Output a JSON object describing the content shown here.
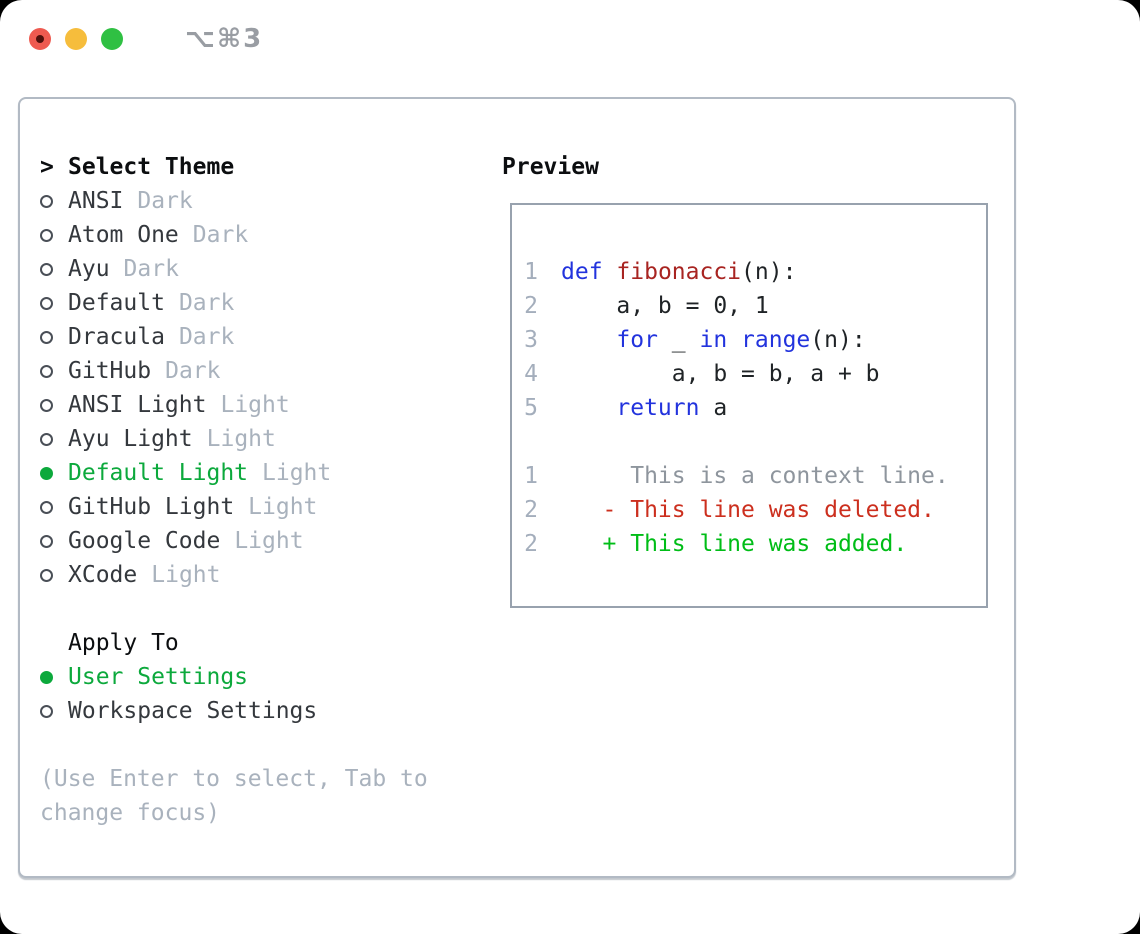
{
  "window": {
    "title": "⌥⌘3"
  },
  "colors": {
    "close_button": "#ee5a50",
    "minimize_button": "#f6bd3c",
    "maximize_button": "#2fc043",
    "selected_green": "#0ca93c",
    "keyword_blue": "#2233dd",
    "function_red": "#a82421",
    "diff_added_green": "#00bd17",
    "diff_deleted_red": "#cc2f1e",
    "context_gray": "#8e959d",
    "line_number_gray": "#a4aebc",
    "badge_gray": "#a9b2bd"
  },
  "theme_list": {
    "prompt": ">",
    "title": "Select Theme",
    "items": [
      {
        "name": "ANSI",
        "variant": "Dark",
        "selected": false
      },
      {
        "name": "Atom One",
        "variant": "Dark",
        "selected": false
      },
      {
        "name": "Ayu",
        "variant": "Dark",
        "selected": false
      },
      {
        "name": "Default",
        "variant": "Dark",
        "selected": false
      },
      {
        "name": "Dracula",
        "variant": "Dark",
        "selected": false
      },
      {
        "name": "GitHub",
        "variant": "Dark",
        "selected": false
      },
      {
        "name": "ANSI Light",
        "variant": "Light",
        "selected": false
      },
      {
        "name": "Ayu Light",
        "variant": "Light",
        "selected": false
      },
      {
        "name": "Default Light",
        "variant": "Light",
        "selected": true
      },
      {
        "name": "GitHub Light",
        "variant": "Light",
        "selected": false
      },
      {
        "name": "Google Code",
        "variant": "Light",
        "selected": false
      },
      {
        "name": "XCode",
        "variant": "Light",
        "selected": false
      }
    ]
  },
  "apply_to": {
    "title": "Apply To",
    "options": [
      {
        "name": "User Settings",
        "selected": true
      },
      {
        "name": "Workspace Settings",
        "selected": false
      }
    ]
  },
  "hint": "(Use Enter to select, Tab to change focus)",
  "preview": {
    "title": "Preview",
    "lines": [
      {
        "num": "1",
        "tokens": [
          [
            "def",
            "kw"
          ],
          [
            " ",
            "pl"
          ],
          [
            "fibonacci",
            "fn"
          ],
          [
            "(n):",
            "pl"
          ]
        ]
      },
      {
        "num": "2",
        "tokens": [
          [
            "    a, b = 0, 1",
            "pl"
          ]
        ]
      },
      {
        "num": "3",
        "tokens": [
          [
            "    ",
            "pl"
          ],
          [
            "for",
            "kw"
          ],
          [
            " _ ",
            "pl"
          ],
          [
            "in",
            "kw"
          ],
          [
            " ",
            "pl"
          ],
          [
            "range",
            "kw"
          ],
          [
            "(n):",
            "pl"
          ]
        ]
      },
      {
        "num": "4",
        "tokens": [
          [
            "        a, b = b, a + b",
            "pl"
          ]
        ]
      },
      {
        "num": "5",
        "tokens": [
          [
            "    ",
            "pl"
          ],
          [
            "return",
            "kw"
          ],
          [
            " a",
            "pl"
          ]
        ]
      },
      {
        "num": "",
        "tokens": []
      },
      {
        "num": "1",
        "tokens": [
          [
            "     This is a context line.",
            "ctx"
          ]
        ]
      },
      {
        "num": "2",
        "tokens": [
          [
            "   - This line was deleted.",
            "del"
          ]
        ]
      },
      {
        "num": "2",
        "tokens": [
          [
            "   + This line was added.",
            "add"
          ]
        ]
      }
    ]
  }
}
